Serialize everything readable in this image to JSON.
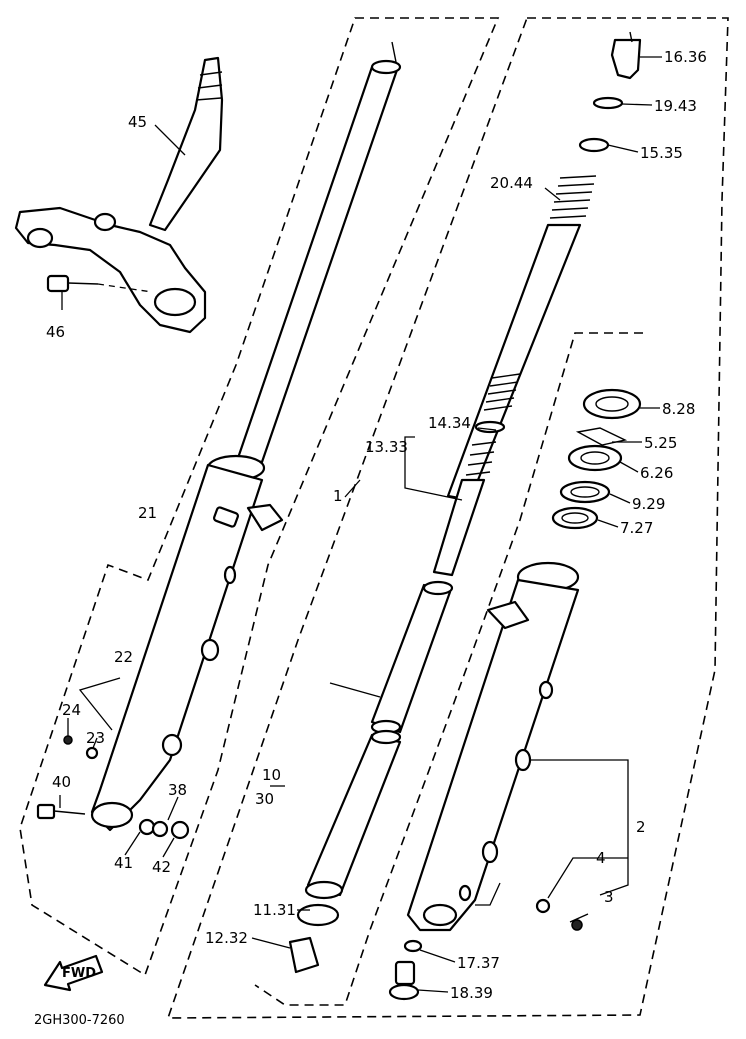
{
  "diagram": {
    "code": "2GH300-7260",
    "fwd_label": "FWD",
    "callouts": {
      "c1": "1",
      "c2": "2",
      "c3": "3",
      "c4": "4",
      "c5": "5.25",
      "c6": "6.26",
      "c7": "7.27",
      "c8": "8.28",
      "c9": "9.29",
      "c10a": "10",
      "c10b": "30",
      "c11": "11.31",
      "c12": "12.32",
      "c13": "13.33",
      "c14": "14.34",
      "c15": "15.35",
      "c16": "16.36",
      "c17": "17.37",
      "c18": "18.39",
      "c19": "19.43",
      "c20": "20.44",
      "c21": "21",
      "c22": "22",
      "c23": "23",
      "c24": "24",
      "c38": "38",
      "c40": "40",
      "c41": "41",
      "c42": "42",
      "c45": "45",
      "c46": "46"
    }
  }
}
